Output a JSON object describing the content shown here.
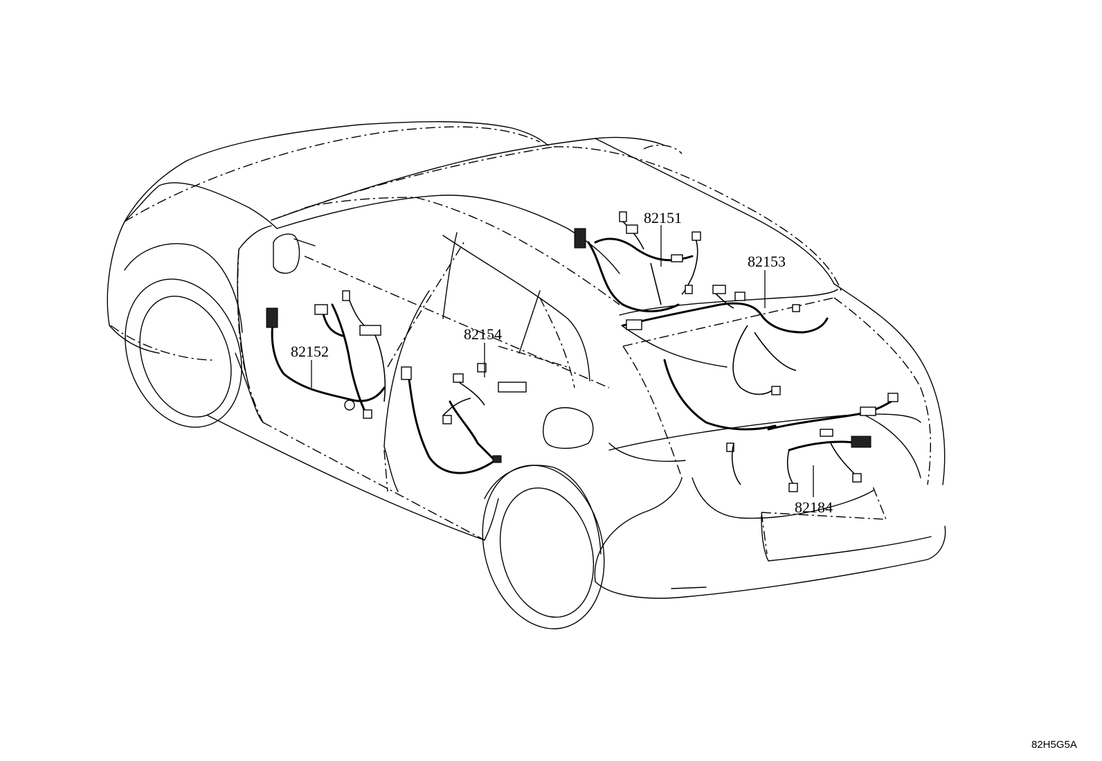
{
  "diagram_code": "82H5G5A",
  "parts": [
    {
      "number": "82151"
    },
    {
      "number": "82152"
    },
    {
      "number": "82153"
    },
    {
      "number": "82154"
    },
    {
      "number": "82184"
    }
  ]
}
